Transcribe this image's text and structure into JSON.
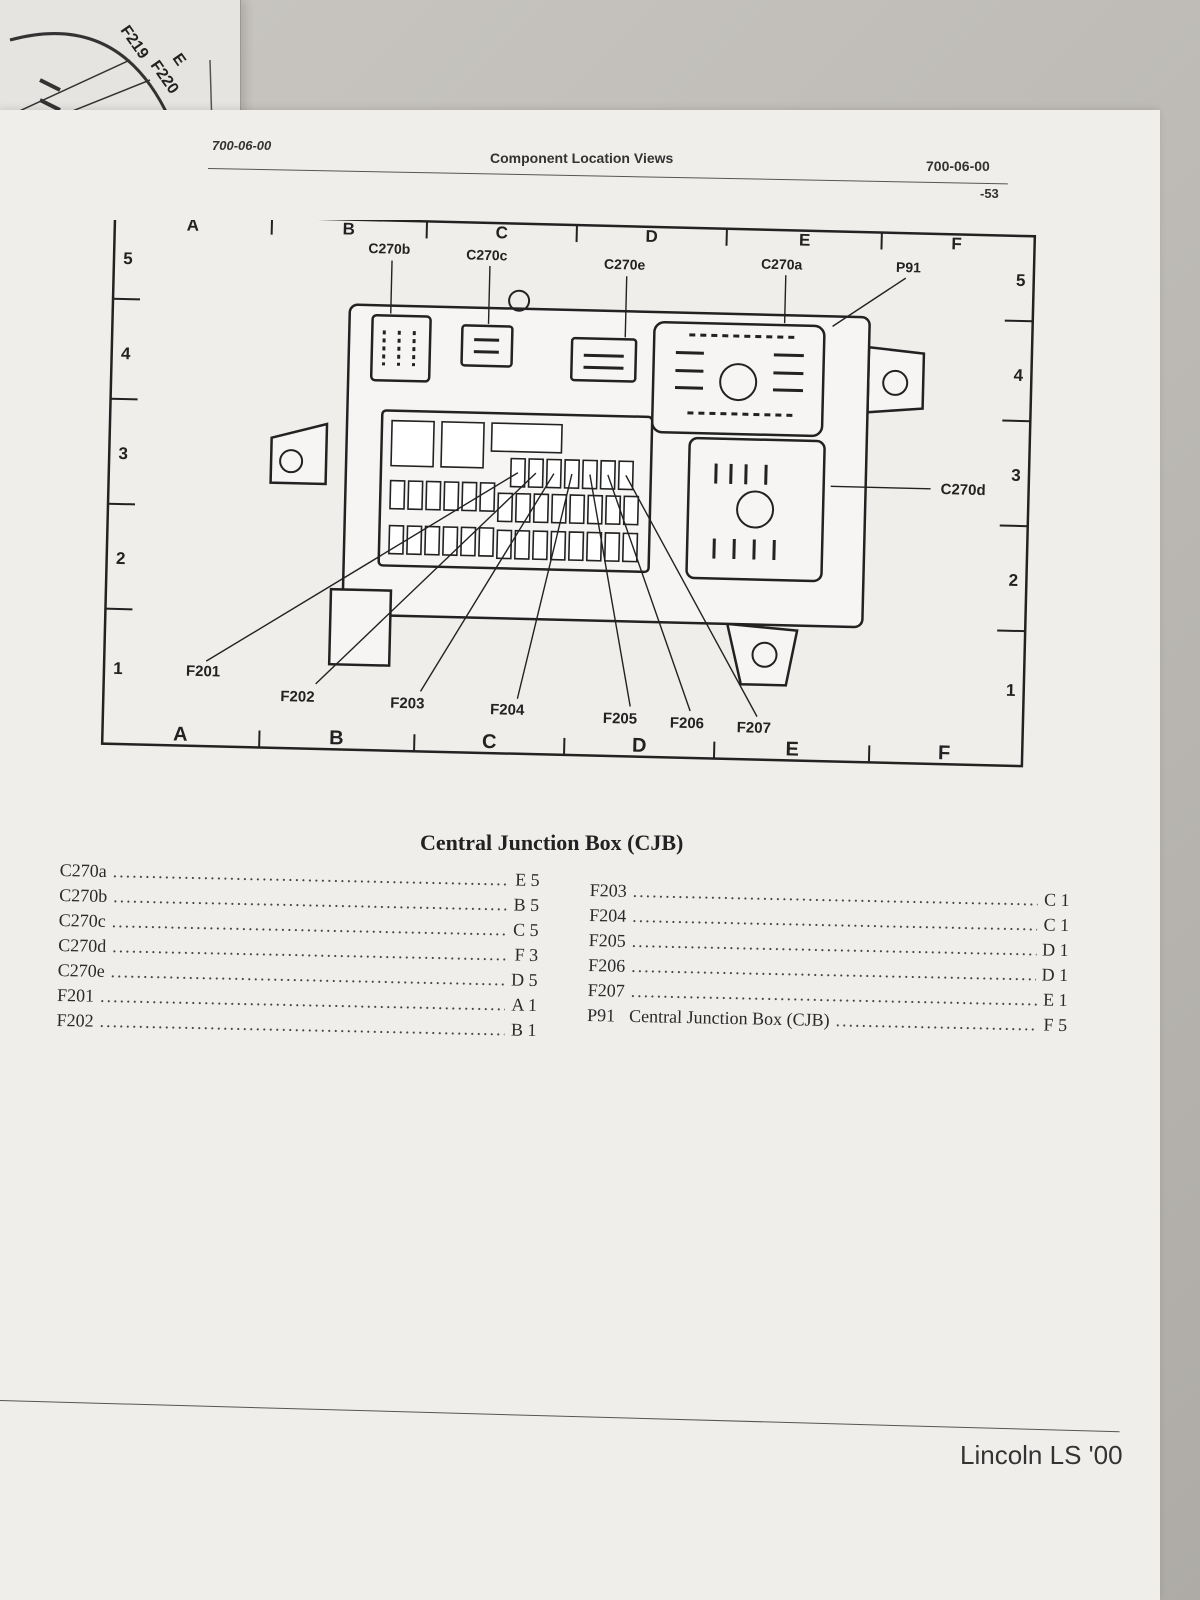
{
  "left_page": {
    "fuse_labels": [
      "F219",
      "F220"
    ],
    "col_letter": "E"
  },
  "header": {
    "left_code": "700-06-00",
    "title": "Component Location Views",
    "right_code": "700-06-00",
    "page_number": "-53"
  },
  "diagram": {
    "top_columns": [
      "A",
      "B",
      "C",
      "D",
      "E",
      "F"
    ],
    "bottom_columns": [
      "A",
      "B",
      "C",
      "D",
      "E",
      "F"
    ],
    "left_rows": [
      "5",
      "4",
      "3",
      "2",
      "1"
    ],
    "right_rows": [
      "5",
      "4",
      "3",
      "2",
      "1"
    ],
    "connector_labels": {
      "c270b": "C270b",
      "c270c": "C270c",
      "c270e": "C270e",
      "c270a": "C270a",
      "p91": "P91",
      "c270d": "C270d"
    },
    "fuse_labels": [
      "F201",
      "F202",
      "F203",
      "F204",
      "F205",
      "F206",
      "F207"
    ]
  },
  "caption": "Central Junction Box (CJB)",
  "index_left": [
    {
      "label": "C270a",
      "loc": "E 5"
    },
    {
      "label": "C270b",
      "loc": "B 5"
    },
    {
      "label": "C270c",
      "loc": "C 5"
    },
    {
      "label": "C270d",
      "loc": "F 3"
    },
    {
      "label": "C270e",
      "loc": "D 5"
    },
    {
      "label": "F201",
      "loc": "A 1"
    },
    {
      "label": "F202",
      "loc": "B 1"
    }
  ],
  "index_right": [
    {
      "label": "F203",
      "desc": "",
      "loc": "C 1"
    },
    {
      "label": "F204",
      "desc": "",
      "loc": "C 1"
    },
    {
      "label": "F205",
      "desc": "",
      "loc": "D 1"
    },
    {
      "label": "F206",
      "desc": "",
      "loc": "D 1"
    },
    {
      "label": "F207",
      "desc": "",
      "loc": "E 1"
    },
    {
      "label": "P91",
      "desc": "Central Junction Box (CJB)",
      "loc": "F 5"
    }
  ],
  "footer": "Lincoln LS '00"
}
